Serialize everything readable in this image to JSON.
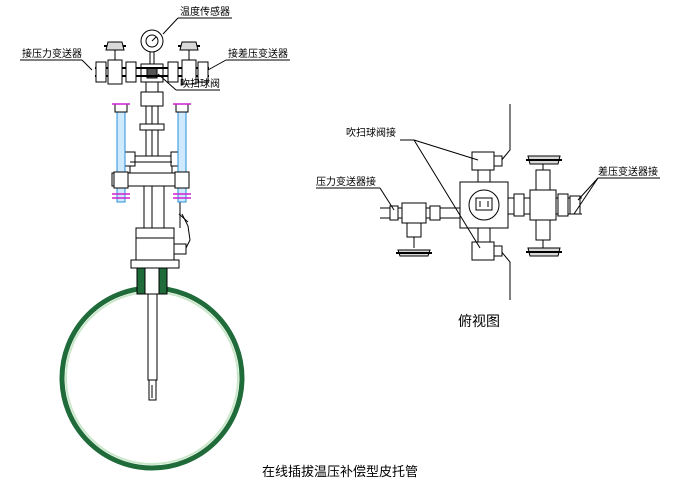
{
  "labels": {
    "temp_sensor": "温度传感器",
    "pressure_transmitter_conn": "接压力变送器",
    "diff_pressure_transmitter_conn": "接差压变送器",
    "purge_ball_valve": "吹扫球阀",
    "purge_ball_valve_conn": "吹扫球阀接",
    "pressure_transmitter_conn_top": "压力变送器接",
    "diff_pressure_transmitter_conn_top": "差压变送器接",
    "top_view": "俯视图",
    "title": "在线插拔温压补偿型皮托管"
  }
}
